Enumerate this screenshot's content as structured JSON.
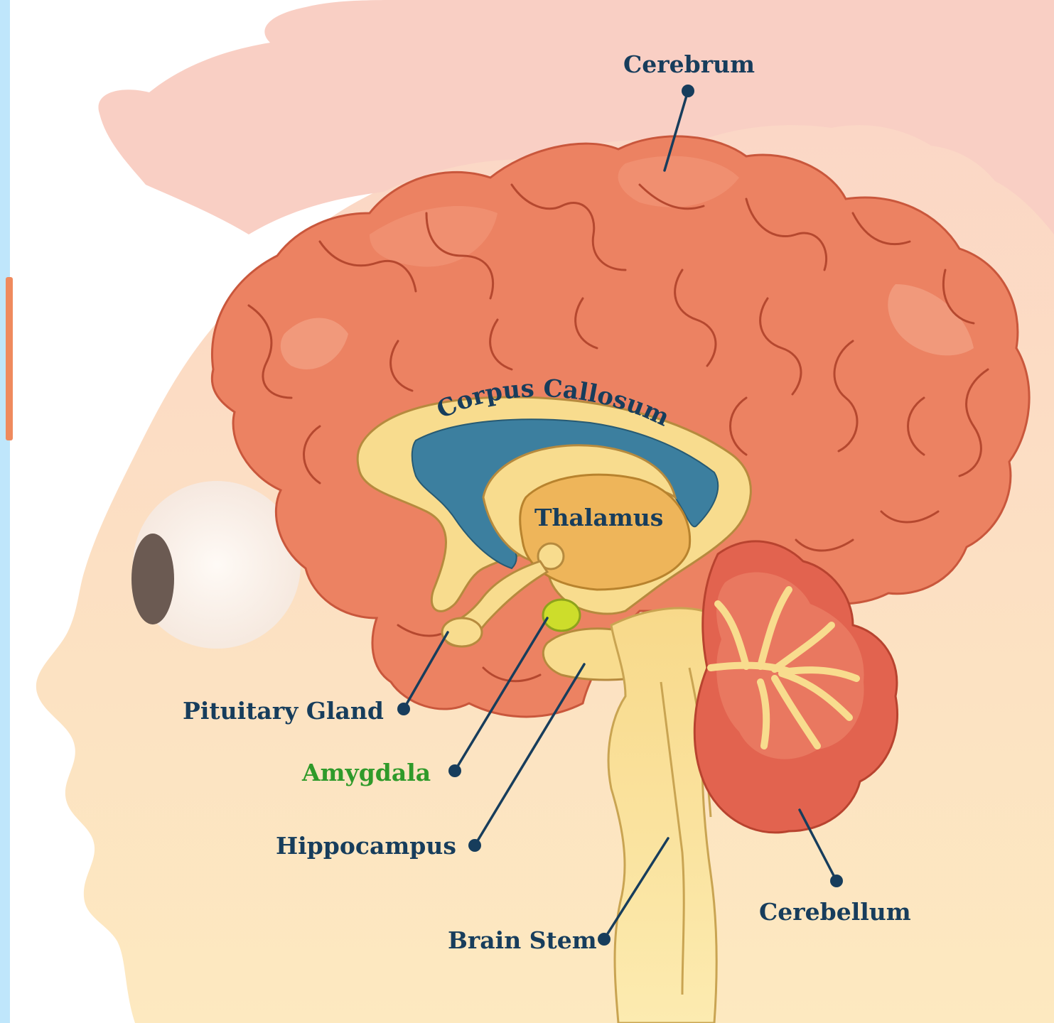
{
  "labels": {
    "cerebrum": "Cerebrum",
    "corpus_callosum": "Corpus Callosum",
    "thalamus": "Thalamus",
    "pituitary_gland": "Pituitary Gland",
    "amygdala": "Amygdala",
    "hippocampus": "Hippocampus",
    "brain_stem": "Brain Stem",
    "cerebellum": "Cerebellum"
  },
  "colors": {
    "background": "#bfe6fb",
    "head": "#fbdcc4",
    "hair": "#f9cfc4",
    "cerebrum": "#ec8262",
    "cerebellum": "#e2634f",
    "ventricle": "#3c7f9f",
    "thalamus": "#eeb55a",
    "structures": "#f8dc8e",
    "amygdala": "#cddd2b",
    "label_text": "#173d5c",
    "label_amygdala": "#2f9a2a"
  }
}
